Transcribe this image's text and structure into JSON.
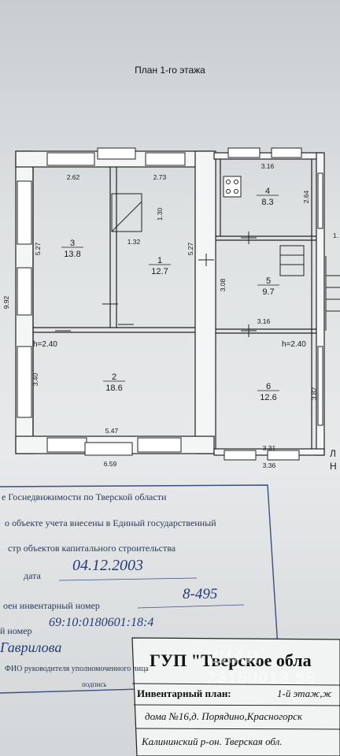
{
  "plan": {
    "title": "План 1-го этажа",
    "rooms": [
      {
        "num": "3",
        "area": "13.8"
      },
      {
        "num": "1",
        "area": "12.7"
      },
      {
        "num": "2",
        "area": "18.6"
      },
      {
        "num": "4",
        "area": "8.3"
      },
      {
        "num": "5",
        "area": "9.7"
      },
      {
        "num": "6",
        "area": "12.6"
      }
    ],
    "dimensions": {
      "d262": "2.62",
      "d273": "2.73",
      "d316a": "3.16",
      "d264": "2.64",
      "d130": "1.30",
      "d132": "1.32",
      "d527a": "5.27",
      "d527b": "5.27",
      "d308": "3.08",
      "d316b": "3.16",
      "d992": "9.92",
      "d340": "3.40",
      "d382": "3.82",
      "d547": "5.47",
      "d331": "3.31",
      "d659": "6.59",
      "d336": "3.36",
      "h_left": "h=2.40",
      "h_right": "h=2.40",
      "edge_top": "1.",
      "edge_l": "Л",
      "edge_h": "Н"
    }
  },
  "stamp": {
    "line1": "е Госнедвижимости по Тверской области",
    "line2": "о объекте учета внесены в Единый государственный",
    "line3": "стр объектов капитального строительства",
    "date_label": "дата",
    "date_value": "04.12.2003",
    "inv_label": "оен инвентарный номер",
    "inv_value": "8-495",
    "num_label": "й номер",
    "num_value": "69:10:0180601:18:4",
    "sign_value": "Гаврилова",
    "fio_label": "ФИО руководителя уполномоченного лица",
    "sign_caption": "подпись"
  },
  "titleblock": {
    "org": "ГУП \"Тверское обла",
    "plan_label": "Инвентарный план:",
    "plan_value": "1-й этаж,ж",
    "house_value": "дома №16,д. Порядино,Красногорск",
    "region_value": "Калининский р-он. Тверская обл."
  },
  "watermark": "ЦИАН 23150018 56"
}
